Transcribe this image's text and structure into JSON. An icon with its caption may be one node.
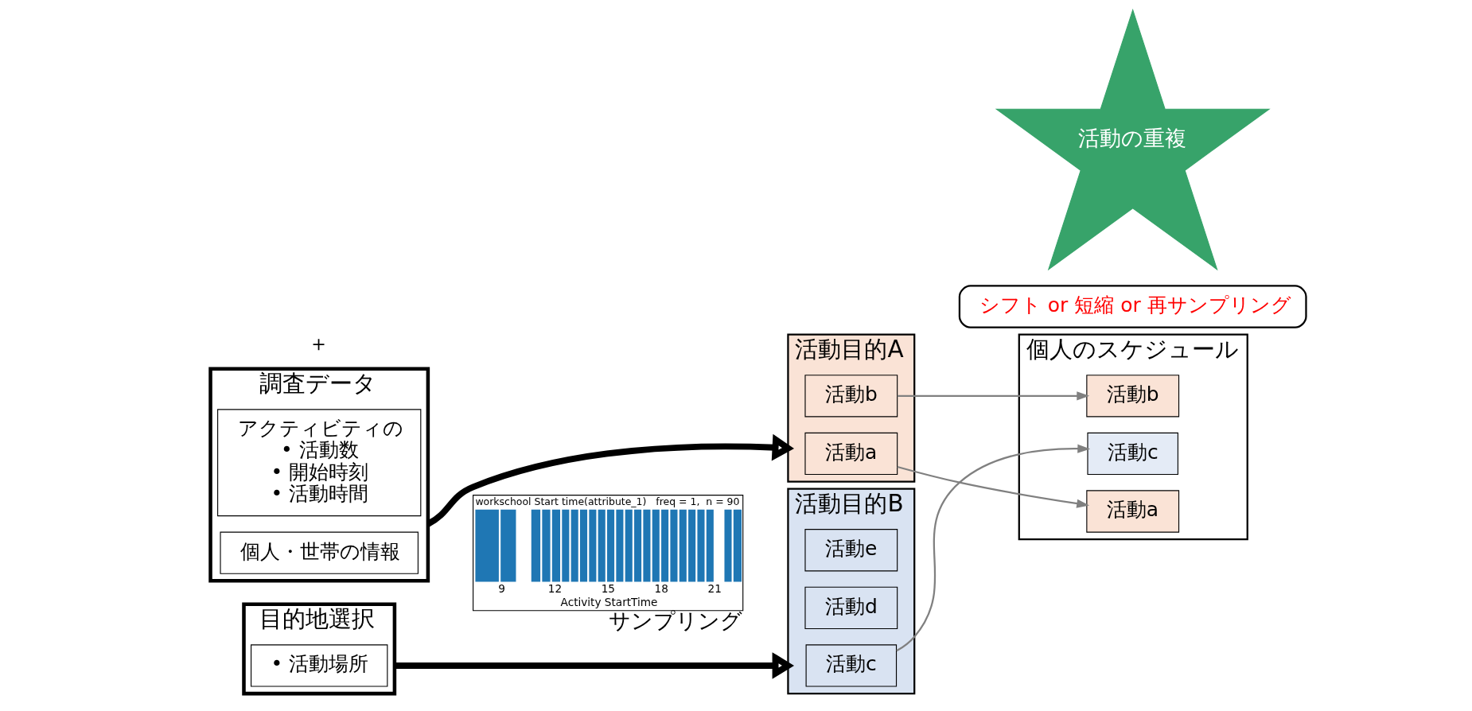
{
  "diagram": {
    "nodes": [
      {
        "text": [
          "調査データ"
        ]
      },
      {
        "text": [
          "個人・世帯の情報"
        ],
        "in": 0
      },
      {
        "text": [
          "アクティビティの",
          "• 活動数",
          "• 開始時刻",
          "• 活動時間"
        ],
        "in": 0
      },
      {
        "text": [
          "目的地選択"
        ]
      },
      {
        "text": [
          "• 活動場所"
        ],
        "in": 3
      },
      {
        "text": [
          "workschool Start time(attribute_1)   freq = 1,  n = 90",
          "9",
          "12",
          "15",
          "18",
          "21",
          "Activity StartTime"
        ],
        "beside": [
          "サンプリング"
        ]
      },
      {
        "text": [
          "活動目的A"
        ]
      },
      {
        "text": [
          "活動a"
        ],
        "in": 6
      },
      {
        "text": [
          "活動b"
        ],
        "in": 6
      },
      {
        "text": [
          "活動目的B"
        ]
      },
      {
        "text": [
          "活動c"
        ],
        "in": 9
      },
      {
        "text": [
          "活動d"
        ],
        "in": 9
      },
      {
        "text": [
          "活動e"
        ],
        "in": 9
      },
      {
        "text": [
          "個人のスケジュール"
        ]
      },
      {
        "text": [
          "活動a"
        ],
        "in": 13
      },
      {
        "text": [
          "活動c"
        ],
        "in": 13
      },
      {
        "text": [
          "活動b"
        ],
        "in": 13
      },
      {
        "text": [
          "活動の重複"
        ]
      },
      {
        "text": [
          "シフト or 短縮 or 再サンプリング"
        ]
      }
    ],
    "edges": [
      {
        "from": 0,
        "to": 6,
        "arrow": "to",
        "style": "thick",
        "color": "#000000"
      },
      {
        "from": 3,
        "to": 9,
        "arrow": "to",
        "style": "thick",
        "color": "#000000"
      },
      {
        "from": 7,
        "to": 14,
        "arrow": "to",
        "color": "#808080"
      },
      {
        "from": 8,
        "to": 16,
        "arrow": "to",
        "color": "#808080"
      },
      {
        "from": 10,
        "to": 15,
        "arrow": "to",
        "color": "#808080"
      }
    ],
    "labels": [
      "＋"
    ]
  }
}
